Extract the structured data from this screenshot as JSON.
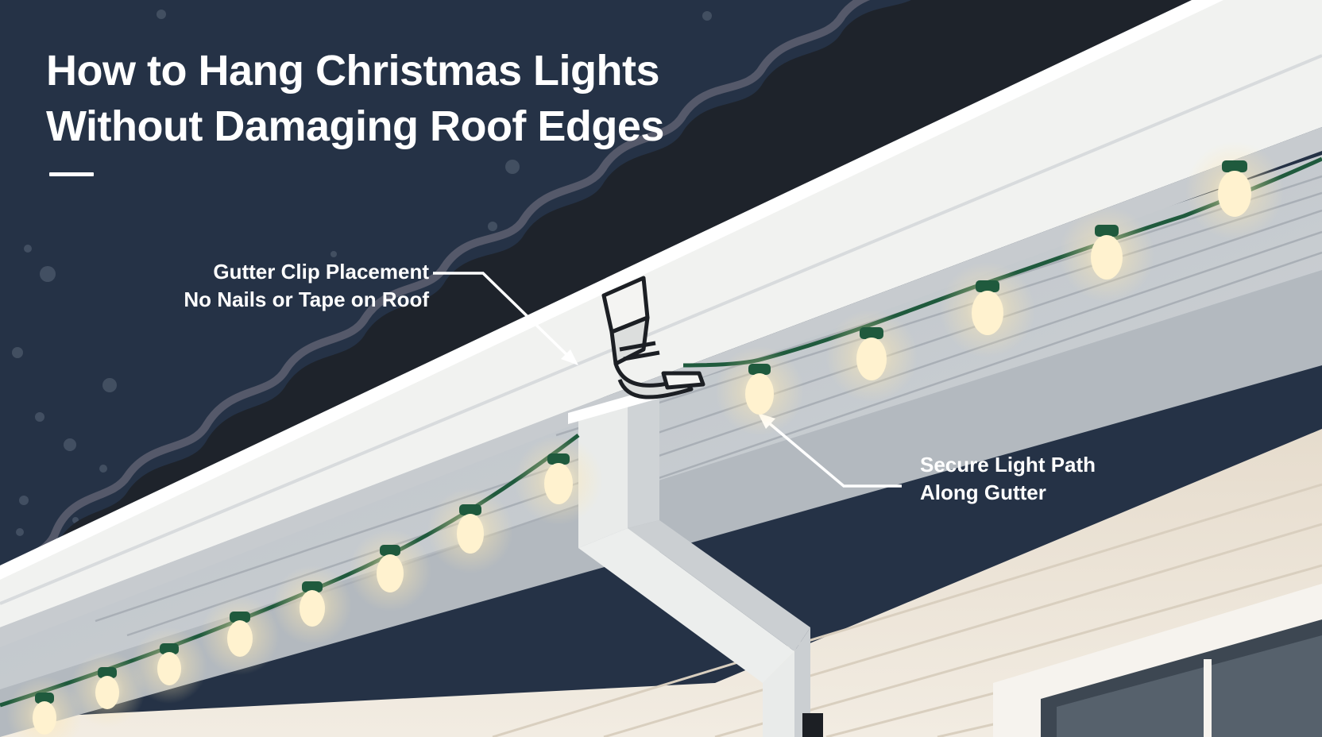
{
  "title": {
    "line1": "How to Hang Christmas Lights",
    "line2": "Without Damaging Roof Edges"
  },
  "callouts": {
    "clip": {
      "line1": "Gutter Clip Placement",
      "line2": "No Nails or Tape on Roof"
    },
    "path": {
      "line1": "Secure Light Path",
      "line2": "Along Gutter"
    }
  },
  "colors": {
    "sky": "#253246",
    "gutter": "#f1f2f0",
    "soffit": "#c9ced2",
    "wall": "#ece4d6",
    "wire": "#1f5a3d",
    "bulb_glow": "#fff2cf",
    "text": "#ffffff"
  },
  "icons": [
    "gutter-clip-icon",
    "callout-arrow-icon",
    "light-bulb-icon",
    "downspout-icon"
  ]
}
